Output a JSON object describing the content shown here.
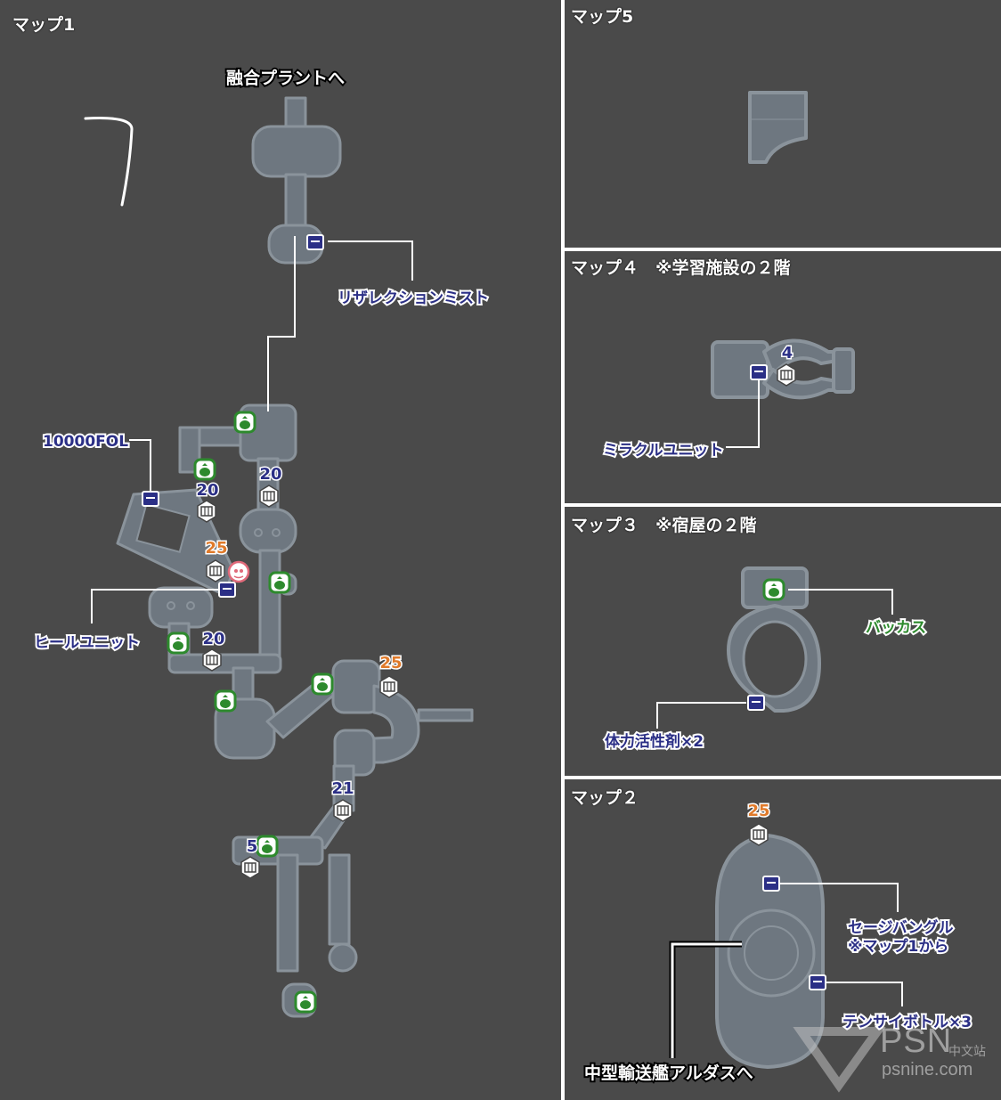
{
  "panels": {
    "map1": {
      "title": "マップ1"
    },
    "map5": {
      "title": "マップ5"
    },
    "map4": {
      "title": "マップ４　※学習施設の２階"
    },
    "map3": {
      "title": "マップ３　※宿屋の２階"
    },
    "map2": {
      "title": "マップ２"
    }
  },
  "destinations": {
    "fusion_plant": "融合プラントへ",
    "aldas_ship": "中型輸送艦アルダスへ"
  },
  "items": {
    "resurrection_mist": "リザレクションミスト",
    "fol_10000": "10000FOL",
    "heal_unit": "ヒールユニット",
    "miracle_unit": "ミラクルユニット",
    "bacchus": "バッカス",
    "stamina_drug": "体力活性剤×2",
    "sage_bangle": "セージバングル",
    "sage_bangle_note": "※マップ1から",
    "tensai_bottle": "テンサイボトル×3"
  },
  "enemy_levels": {
    "m1_a": "20",
    "m1_b": "20",
    "m1_c": "25",
    "m1_d": "20",
    "m1_e": "25",
    "m1_f": "21",
    "m1_g": "5",
    "m4_a": "4",
    "m2_a": "25"
  },
  "watermark": {
    "brand": "PSN",
    "site_cn": "中文站",
    "url": "psnine.com"
  },
  "colors": {
    "background": "#4a4a4a",
    "corridor": "#6e7780",
    "chest": "#2b2f86",
    "bag": "#2d8a2d",
    "level_high": "#e07a2a",
    "level_normal": "#2b2f86"
  }
}
